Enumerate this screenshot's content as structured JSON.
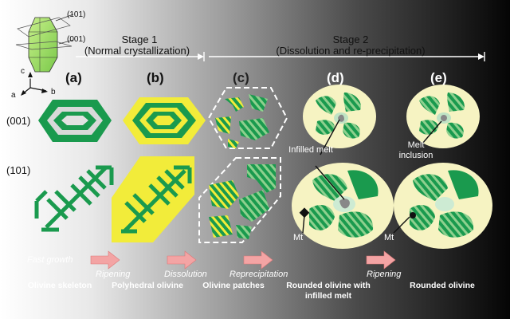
{
  "stages": {
    "stage1_title": "Stage 1",
    "stage1_sub": "(Normal crystallization)",
    "stage2_title": "Stage 2",
    "stage2_sub": "(Dissolution and re-precipitation)"
  },
  "inset": {
    "face_101": "(101)",
    "face_001": "(001)",
    "axis_a": "a",
    "axis_b": "b",
    "axis_c": "c"
  },
  "panels": [
    "(a)",
    "(b)",
    "(c)",
    "(d)",
    "(e)"
  ],
  "rows": [
    "(001)",
    "(101)"
  ],
  "processes": [
    "Fast growth",
    "Ripening",
    "Dissolution",
    "Reprecipitation",
    "Ripening"
  ],
  "bottom_labels": [
    "Olivine skeleton",
    "Polyhedral olivine",
    "Olivine patches",
    "Rounded olivine with infilled melt",
    "Rounded olivine"
  ],
  "annotations": {
    "infilled_melt": "Infilled melt",
    "melt_inclusion": "Melt inclusion",
    "mt_d": "Mt",
    "mt_e": "Mt"
  },
  "colors": {
    "olivine_green": "#1a9a4e",
    "light_green": "#8ed08e",
    "yellow_overgrowth": "#f2ec3a",
    "melt_cream": "#f6f3c2",
    "arrow_pink": "#f3a4a4"
  }
}
